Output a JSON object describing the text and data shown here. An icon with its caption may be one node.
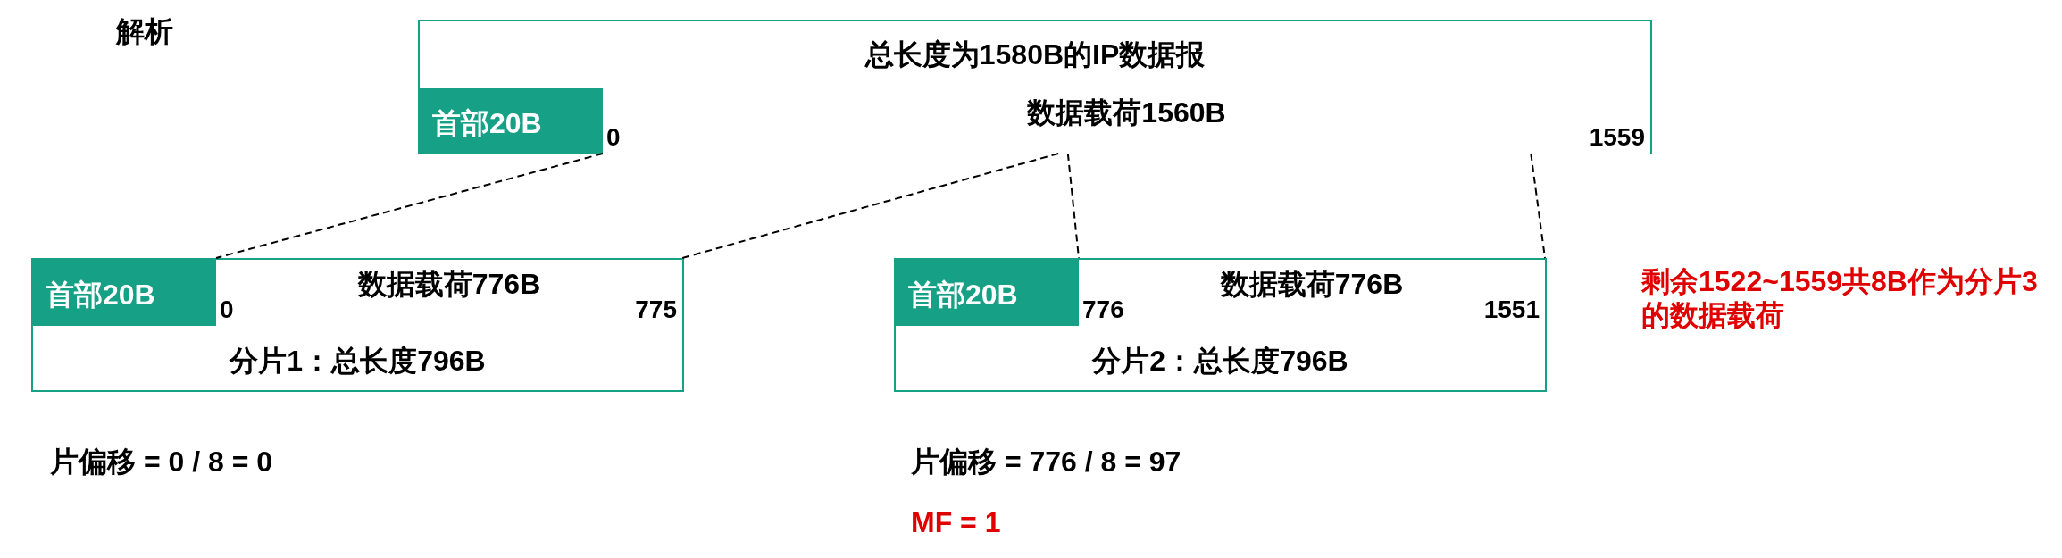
{
  "diagram": {
    "title": "解析",
    "nodes": [
      {
        "text": [
          "总长度为1580B的IP数据报"
        ]
      },
      {
        "text": [
          "首部20B"
        ],
        "in": 0
      },
      {
        "text": [
          "0",
          "数据载荷1560B",
          "1559"
        ],
        "in": 0
      },
      {
        "text": [
          "分片1：总长度796B"
        ]
      },
      {
        "text": [
          "首部20B"
        ],
        "in": 3
      },
      {
        "text": [
          "0",
          "数据载荷776B",
          "775"
        ],
        "in": 3
      },
      {
        "text": [
          "分片2：总长度796B"
        ]
      },
      {
        "text": [
          "首部20B"
        ],
        "in": 6
      },
      {
        "text": [
          "776",
          "数据载荷776B",
          "1551"
        ],
        "in": 6
      }
    ],
    "edges": [
      {
        "from": 2,
        "to": 5,
        "arrow": "none",
        "style": "dashed"
      },
      {
        "from": 2,
        "to": 5,
        "arrow": "none",
        "style": "dashed"
      },
      {
        "from": 2,
        "to": 8,
        "arrow": "none",
        "style": "dashed"
      },
      {
        "from": 2,
        "to": 8,
        "arrow": "none",
        "style": "dashed"
      }
    ],
    "labels": [
      "剩余1522~1559共8B作为分片3的数据载荷",
      "片偏移 = 0 / 8 = 0",
      "片偏移 = 776 / 8 = 97",
      "MF = 1"
    ]
  }
}
